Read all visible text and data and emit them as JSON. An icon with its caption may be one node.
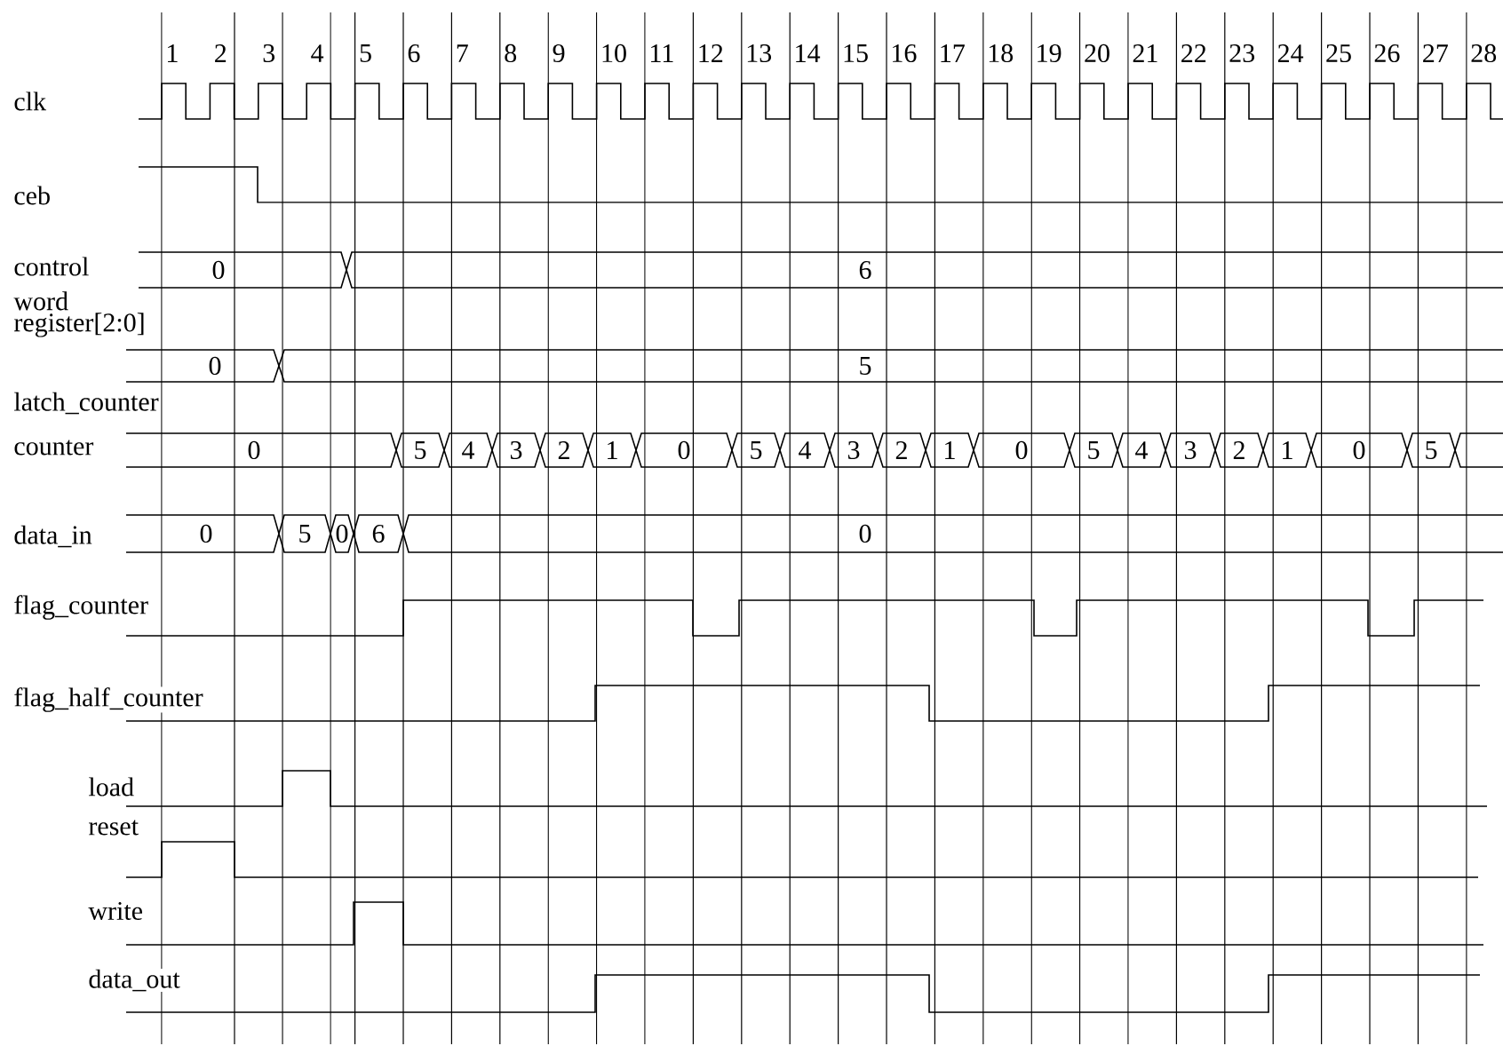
{
  "diagram": {
    "labels": [
      "1",
      "2",
      "3",
      "4",
      "5",
      "6",
      "7",
      "8",
      "9",
      "10",
      "11",
      "12",
      "13",
      "14",
      "15",
      "16",
      "17",
      "18",
      "19",
      "20",
      "21",
      "22",
      "23",
      "24",
      "25",
      "26",
      "27",
      "28",
      "clk",
      "ceb",
      "control",
      "0",
      "6",
      "word register[2:0]",
      "0",
      "5",
      "latch_counter",
      "counter",
      "0",
      "5",
      "4",
      "3",
      "2",
      "1",
      "0",
      "5",
      "4",
      "3",
      "2",
      "1",
      "0",
      "5",
      "4",
      "3",
      "2",
      "1",
      "0",
      "5",
      "data_in",
      "0",
      "5",
      "0",
      "6",
      "0",
      "flag_counter",
      "flag_half_counter",
      "load",
      "reset",
      "write",
      "data_out"
    ]
  }
}
